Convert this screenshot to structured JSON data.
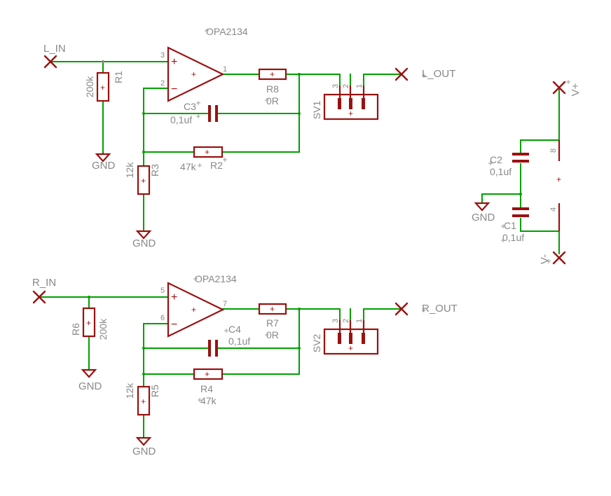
{
  "nets": {
    "l_in": "L_IN",
    "r_in": "R_IN",
    "l_out": "L_OUT",
    "r_out": "R_OUT",
    "vplus": "V+",
    "vminus": "V-",
    "gnd": "GND"
  },
  "opamps": {
    "u1": {
      "label": "OPA2134",
      "pin_pos": "3",
      "pin_neg": "2",
      "pin_out": "1"
    },
    "u2": {
      "label": "OPA2134",
      "pin_pos": "5",
      "pin_neg": "6",
      "pin_out": "7"
    },
    "plus": "+",
    "minus": "−",
    "center": "+"
  },
  "resistors": {
    "r1": {
      "name": "R1",
      "value": "200k"
    },
    "r2": {
      "name": "R2",
      "value": "47k"
    },
    "r3": {
      "name": "R3",
      "value": "12k"
    },
    "r4": {
      "name": "R4",
      "value": "47k"
    },
    "r5": {
      "name": "R5",
      "value": "12k"
    },
    "r6": {
      "name": "R6",
      "value": "200k"
    },
    "r7": {
      "name": "R7",
      "value": "0R"
    },
    "r8": {
      "name": "R8",
      "value": "0R"
    }
  },
  "capacitors": {
    "c1": {
      "name": "C1",
      "value": "0,1uf"
    },
    "c2": {
      "name": "C2",
      "value": "0,1uf"
    },
    "c3": {
      "name": "C3",
      "value": "0,1uf"
    },
    "c4": {
      "name": "C4",
      "value": "0,1uf"
    }
  },
  "connectors": {
    "sv1": {
      "name": "SV1",
      "pins": [
        "3",
        "2",
        "1"
      ]
    },
    "sv2": {
      "name": "SV2",
      "pins": [
        "3",
        "2",
        "1"
      ]
    }
  },
  "power": {
    "pin8": "8",
    "pin4": "4"
  }
}
